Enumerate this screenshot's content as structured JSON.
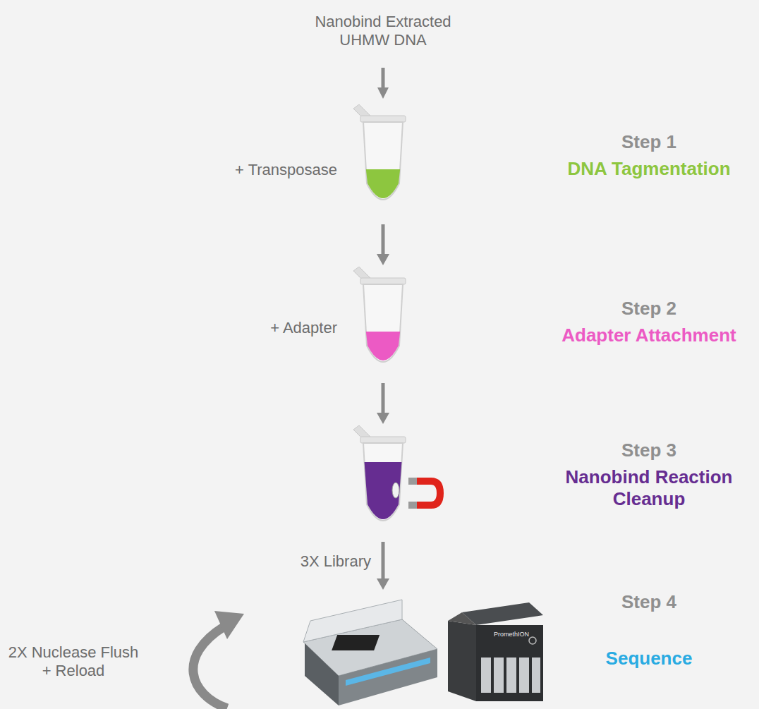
{
  "diagram": {
    "title": "Nanobind Extracted UHMW DNA",
    "nodes": [
      {
        "text": [
          "+ Transposase",
          "Step 1",
          "DNA Tagmentation"
        ]
      },
      {
        "text": [
          "+ Adapter",
          "Step 2",
          "Adapter Attachment"
        ]
      },
      {
        "text": [
          "Step 3",
          "Nanobind Reaction Cleanup"
        ]
      },
      {
        "text": [
          "Step 4",
          "Sequence"
        ]
      }
    ],
    "edges": [
      {
        "from": 0,
        "to": 1,
        "arrow": "to"
      },
      {
        "from": 1,
        "to": 2,
        "arrow": "to"
      },
      {
        "from": 2,
        "to": 3,
        "label": "3X Library",
        "arrow": "to"
      }
    ],
    "labels": [
      "2X Nuclease Flush + Reload",
      "PromethION"
    ]
  }
}
